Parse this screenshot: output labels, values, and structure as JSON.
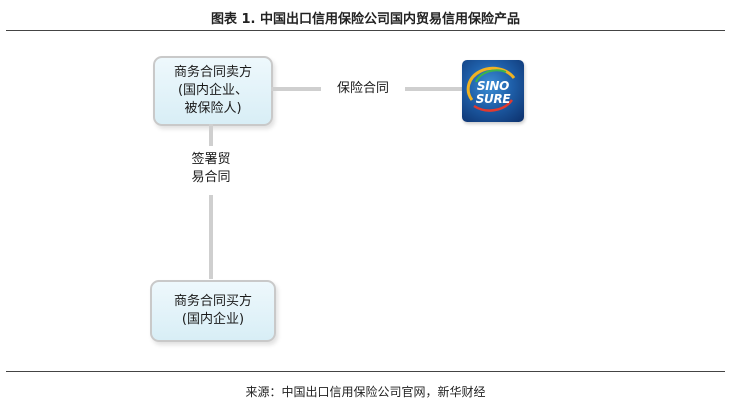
{
  "figure": {
    "title": "图表 1. 中国出口信用保险公司国内贸易信用保险产品",
    "source": "来源：中国出口信用保险公司官网，新华财经"
  },
  "nodes": {
    "seller": {
      "lines": [
        "商务合同卖方",
        "(国内企业、",
        "被保险人)"
      ]
    },
    "buyer": {
      "lines": [
        "商务合同买方",
        "(国内企业)"
      ]
    },
    "insurer_logo": {
      "line1": "SINO",
      "line2": "SURE",
      "icon": "sinosure-logo"
    }
  },
  "edges": {
    "insurance_contract": "保险合同",
    "trade_contract": [
      "签署贸",
      "易合同"
    ]
  },
  "colors": {
    "box_fill": "#dff1f7",
    "box_border": "#c9c9c9",
    "connector": "#cfcfcf",
    "logo_blue": "#1e5ea8",
    "logo_ring": "#f0b323"
  }
}
